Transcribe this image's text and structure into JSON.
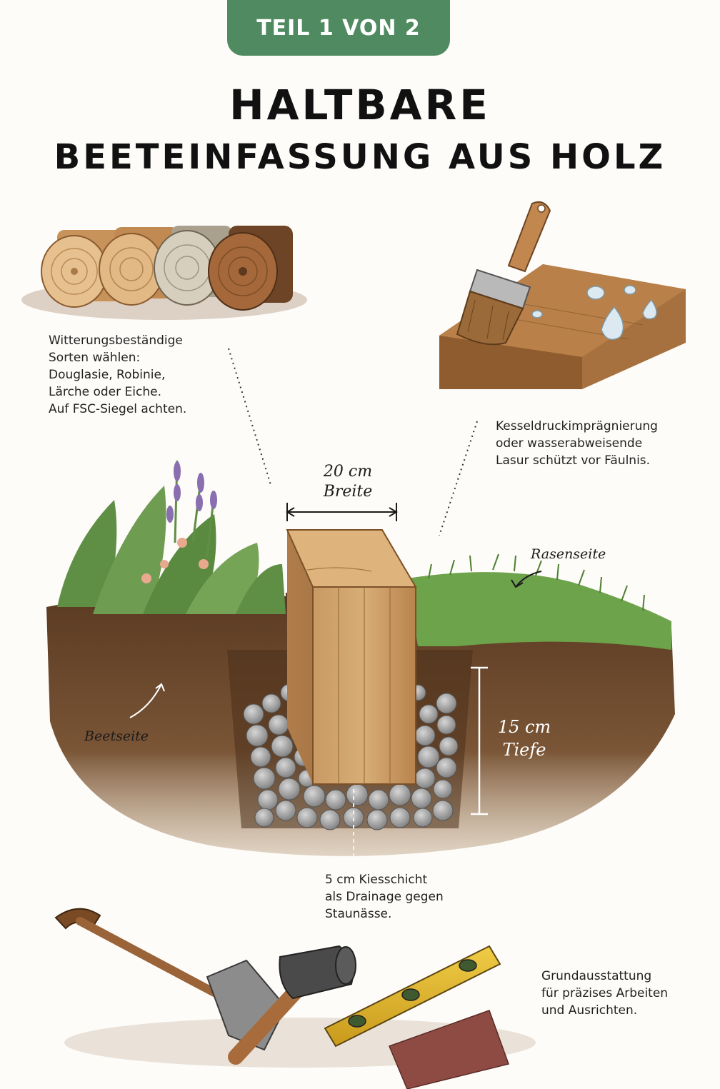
{
  "badge": {
    "label": "TEIL 1 VON 2",
    "color": "#4f8a60"
  },
  "title": {
    "line1": "HALTBARE",
    "line2": "BEETEINFASSUNG AUS HOLZ"
  },
  "wood_note": {
    "lines": [
      "Witterungsbeständige",
      "Sorten wählen:",
      "Douglasie, Robinie,",
      "Lärche oder Eiche.",
      "Auf FSC-Siegel achten."
    ]
  },
  "treatment_note": {
    "lines": [
      "Kesseldruckimprägnierung",
      "oder wasserabweisende",
      "Lasur schützt vor Fäulnis."
    ]
  },
  "dimensions": {
    "width_value": "20 cm",
    "width_label": "Breite",
    "depth_value": "15 cm",
    "depth_label": "Tiefe"
  },
  "sides": {
    "lawn": "Rasenseite",
    "bed": "Beetseite"
  },
  "gravel_note": {
    "lines": [
      "5 cm Kiesschicht",
      "als Drainage gegen",
      "Staunässe."
    ]
  },
  "tools_note": {
    "lines": [
      "Grundausstattung",
      "für präzises Arbeiten",
      "und Ausrichten."
    ]
  },
  "colors": {
    "accent": "#4f8a60",
    "wood": "#c9955b",
    "soil": "#6e4a2e",
    "grass": "#6da34a",
    "gravel": "#a8a8a8"
  }
}
